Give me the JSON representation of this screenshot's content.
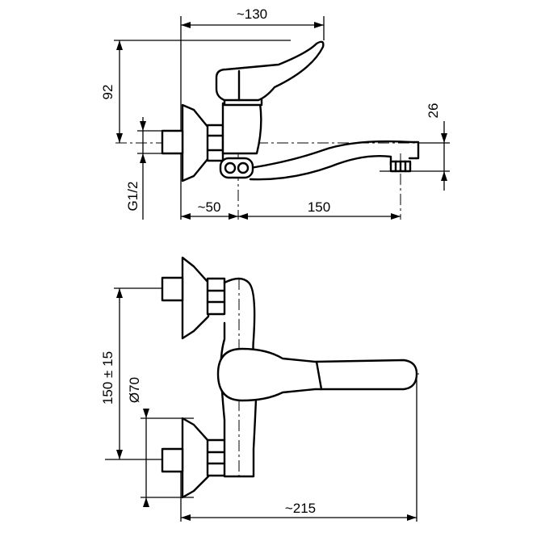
{
  "dimensions": {
    "top_width": "~130",
    "height_92": "92",
    "height_26": "26",
    "thread": "G1/2",
    "offset_50": "~50",
    "spout_150": "150",
    "spacing": "150 ± 15",
    "diameter": "Ø70",
    "overall_width": "~215"
  }
}
